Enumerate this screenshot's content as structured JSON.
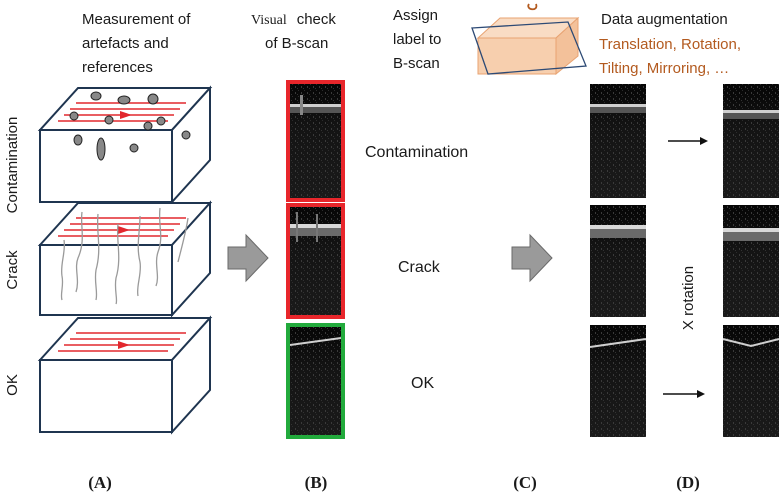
{
  "panel_a": {
    "heading_line1": "Measurement of",
    "heading_line2": "artefacts and",
    "heading_line3": "references",
    "row_labels": [
      "Contamination",
      "Crack",
      "OK"
    ]
  },
  "panel_b": {
    "heading_line1_prefix": "Visual",
    "heading_line1_suffix": "check",
    "heading_line2": "of B-scan",
    "class_labels": [
      "Contamination",
      "Crack",
      "OK"
    ]
  },
  "panel_c": {
    "heading_line1": "Assign",
    "heading_line2": "label to",
    "heading_line3": "B-scan"
  },
  "panel_d": {
    "heading": "Data augmentation",
    "augment_line1": "Translation, Rotation,",
    "augment_line2": "Tilting, Mirroring, …",
    "rotation_label": "X rotation"
  },
  "panel_letters": [
    "(A)",
    "(B)",
    "(C)",
    "(D)"
  ],
  "colors": {
    "box_stroke": "#1f3550",
    "laser_line": "#e2282e",
    "frame_contamination": "#e8262b",
    "frame_crack": "#e8262b",
    "frame_ok": "#22aa3c",
    "augment_text": "#b35a1f",
    "arrow_fill": "#9a9a9a",
    "cube_fill": "#f7cfae"
  }
}
